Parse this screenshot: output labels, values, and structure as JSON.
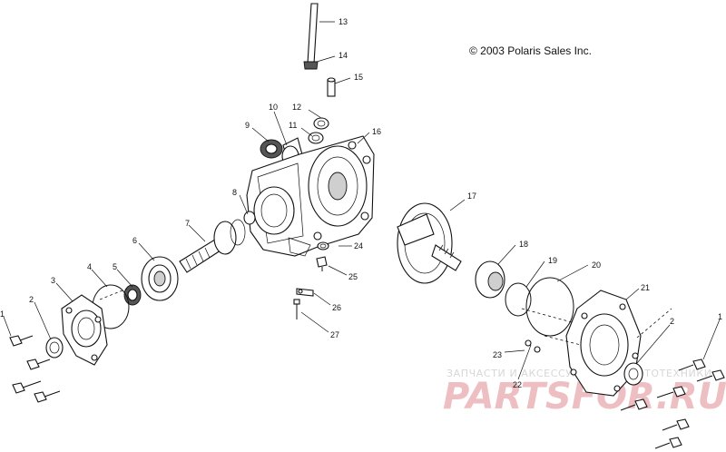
{
  "copyright": "© 2003 Polaris Sales Inc.",
  "watermark": {
    "top_line": "ЗАПЧАСТИ И АКСЕССУАРЫ ДЛЯ МОТОТЕХНИКИ",
    "brand": "PARTSFOR.RU"
  },
  "callouts": {
    "c1a": "1",
    "c1b": "1",
    "c2a": "2",
    "c2b": "2",
    "c3": "3",
    "c4": "4",
    "c5": "5",
    "c6": "6",
    "c7": "7",
    "c8": "8",
    "c9": "9",
    "c10": "10",
    "c11": "11",
    "c12": "12",
    "c13": "13",
    "c14": "14",
    "c15": "15",
    "c16": "16",
    "c17": "17",
    "c18": "18",
    "c19": "19",
    "c20": "20",
    "c21": "21",
    "c22": "22",
    "c23": "23",
    "c24": "24",
    "c25": "25",
    "c26": "26",
    "c27": "27"
  }
}
